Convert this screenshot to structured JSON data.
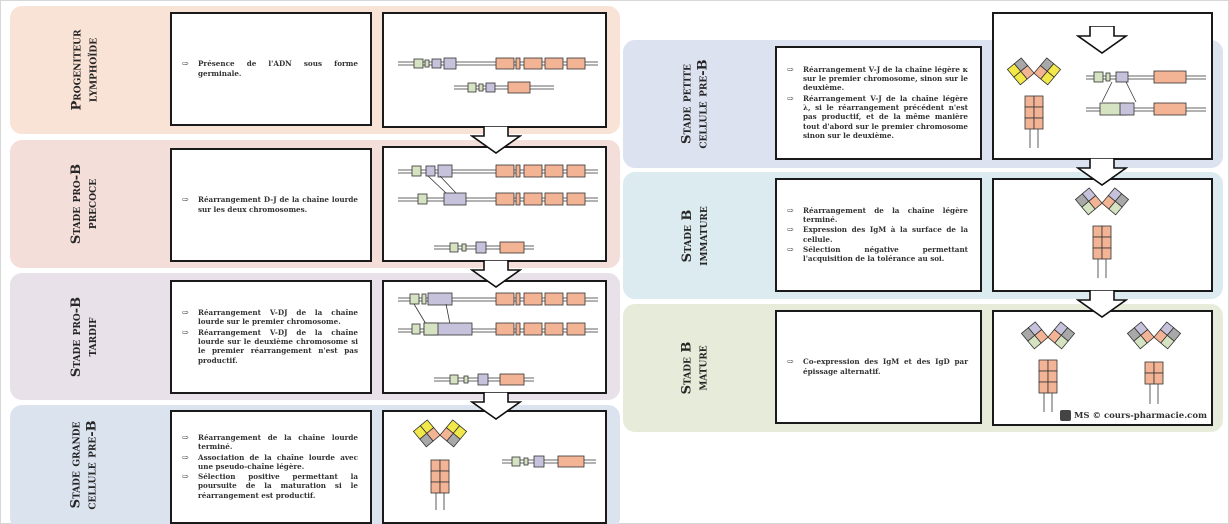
{
  "stages": [
    {
      "id": "progeniteur",
      "label_lines": [
        "Progeniteur",
        "lymphoïde"
      ],
      "bg": "#f9e3d6",
      "bullets": [
        "Présence de l'ADN sous forme germinale."
      ]
    },
    {
      "id": "pro-b-precoce",
      "label_lines": [
        "Stade pro-B",
        "precoce"
      ],
      "bg": "#f3ded9",
      "bullets": [
        "Réarrangement D-J de la chaîne lourde sur les deux chromosomes."
      ]
    },
    {
      "id": "pro-b-tardif",
      "label_lines": [
        "Stade pro-B",
        "tardif"
      ],
      "bg": "#e8e1ea",
      "bullets": [
        "Réarrangement V-DJ de la chaîne lourde sur le premier chromosome.",
        "Réarrangement V-DJ de la chaîne lourde sur le deuxième chromosome si le premier réarrangement n'est pas productif."
      ]
    },
    {
      "id": "grande-pre-b",
      "label_lines": [
        "Stade grande",
        "cellule pre-B"
      ],
      "bg": "#dbe3ef",
      "bullets": [
        "Réarrangement de la chaîne lourde terminé.",
        "Association de la chaîne lourde avec une pseudo-chaîne légère.",
        "Sélection positive permettant la poursuite de la maturation si le réarrangement est productif."
      ]
    },
    {
      "id": "petite-pre-b",
      "label_lines": [
        "Stade petite",
        "cellule pre-B"
      ],
      "bg": "#dce2ef",
      "bullets": [
        "Réarrangement V-J de la chaîne légère κ sur le premier chromosome, sinon sur le deuxième.",
        "Réarrangement V-J de la chaîne légère λ, si le réarrangement précédent n'est pas productif, et de la même manière tout d'abord sur le premier chromosome sinon sur le deuxième."
      ]
    },
    {
      "id": "b-immature",
      "label_lines": [
        "Stade B",
        "immature"
      ],
      "bg": "#dcebf0",
      "bullets": [
        "Réarrangement de la chaîne légère terminé.",
        "Expression des IgM à la surface de la cellule.",
        "Sélection négative permettant l'acquisition de la tolérance au soi."
      ]
    },
    {
      "id": "b-mature",
      "label_lines": [
        "Stade B",
        "mature"
      ],
      "bg": "#e7ecda",
      "bullets": [
        "Co-expression des IgM et des IgD par épissage alternatif."
      ]
    }
  ],
  "watermark": "MS © cours-pharmacie.com",
  "colors": {
    "orange": "#f2b494",
    "green": "#d5e3c3",
    "purple": "#c7c2dc",
    "yellow": "#f2e84a",
    "grey": "#a8a8a8",
    "outline": "#333333"
  }
}
